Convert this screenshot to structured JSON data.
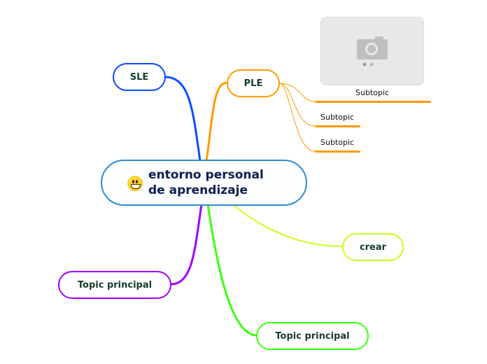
{
  "central": {
    "title_line1": "entorno personal",
    "title_line2": "de aprendizaje",
    "icon": "grinning-face-emoji"
  },
  "topics": [
    {
      "label": "SLE",
      "color": "#0a4cff"
    },
    {
      "label": "PLE",
      "color": "#ff9a00"
    },
    {
      "label": "crear",
      "color": "#c8ff1a"
    },
    {
      "label": "Topic principal",
      "color": "#a000ff"
    },
    {
      "label": "Topic principal",
      "color": "#3cff10"
    }
  ],
  "subtopics": [
    {
      "label": "Subtopic",
      "image": "camera-placeholder"
    },
    {
      "label": "Subtopic"
    },
    {
      "label": "Subtopic"
    }
  ]
}
